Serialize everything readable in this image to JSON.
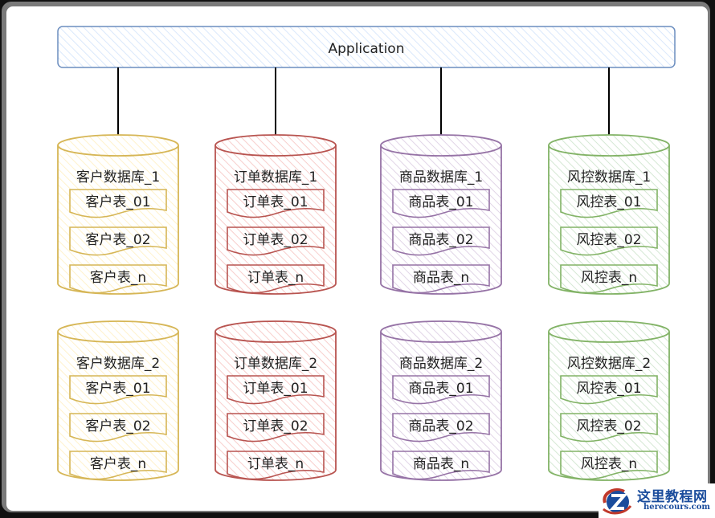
{
  "application": {
    "label": "Application",
    "color": "#6c8ebf",
    "fill": "#dae8fc"
  },
  "columns": [
    {
      "key": "customer",
      "color": "#d6b656",
      "fill": "#fff2cc",
      "shards": [
        {
          "db": "客户数据库_1",
          "tables": [
            "客户表_01",
            "客户表_02",
            "客户表_n"
          ]
        },
        {
          "db": "客户数据库_2",
          "tables": [
            "客户表_01",
            "客户表_02",
            "客户表_n"
          ]
        }
      ]
    },
    {
      "key": "order",
      "color": "#b85450",
      "fill": "#f8cecc",
      "shards": [
        {
          "db": "订单数据库_1",
          "tables": [
            "订单表_01",
            "订单表_02",
            "订单表_n"
          ]
        },
        {
          "db": "订单数据库_2",
          "tables": [
            "订单表_01",
            "订单表_02",
            "订单表_n"
          ]
        }
      ]
    },
    {
      "key": "product",
      "color": "#9673a6",
      "fill": "#e1d5e7",
      "shards": [
        {
          "db": "商品数据库_1",
          "tables": [
            "商品表_01",
            "商品表_02",
            "商品表_n"
          ]
        },
        {
          "db": "商品数据库_2",
          "tables": [
            "商品表_01",
            "商品表_02",
            "商品表_n"
          ]
        }
      ]
    },
    {
      "key": "risk",
      "color": "#82b366",
      "fill": "#d5e8d4",
      "shards": [
        {
          "db": "风控数据库_1",
          "tables": [
            "风控表_01",
            "风控表_02",
            "风控表_n"
          ]
        },
        {
          "db": "风控数据库_2",
          "tables": [
            "风控表_01",
            "风控表_02",
            "风控表_n"
          ]
        }
      ]
    }
  ],
  "watermark": {
    "title": "这里教程网",
    "url": "herecours.com"
  }
}
